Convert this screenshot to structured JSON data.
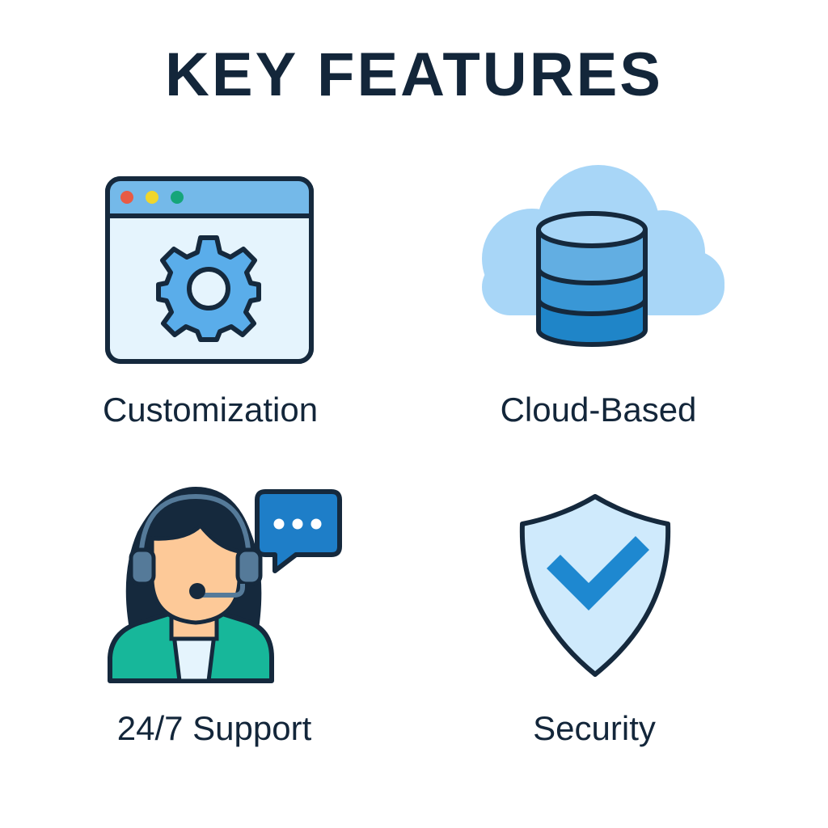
{
  "header": {
    "title": "KEY FEATURES"
  },
  "features": [
    {
      "label": "Customization",
      "icon": "gear-window-icon"
    },
    {
      "label": "Cloud-Based",
      "icon": "cloud-database-icon"
    },
    {
      "label": "24/7 Support",
      "icon": "support-agent-icon"
    },
    {
      "label": "Security",
      "icon": "shield-check-icon"
    }
  ],
  "colors": {
    "text": "#13263a",
    "outline": "#15293d",
    "light_blue": "#e5f4fd",
    "mid_blue": "#74b9e9",
    "gear_blue": "#5aadea",
    "cloud_blue": "#a8d6f7",
    "db_blue_1": "#62aee2",
    "db_blue_2": "#3997d6",
    "db_blue_3": "#1f85c8",
    "bubble_blue": "#1e7ec8",
    "skin": "#fdc998",
    "teal": "#17b79a",
    "headset_gray": "#557a99",
    "dot_red": "#e85b45",
    "dot_yellow": "#f0d62c",
    "dot_green": "#16a57a"
  }
}
